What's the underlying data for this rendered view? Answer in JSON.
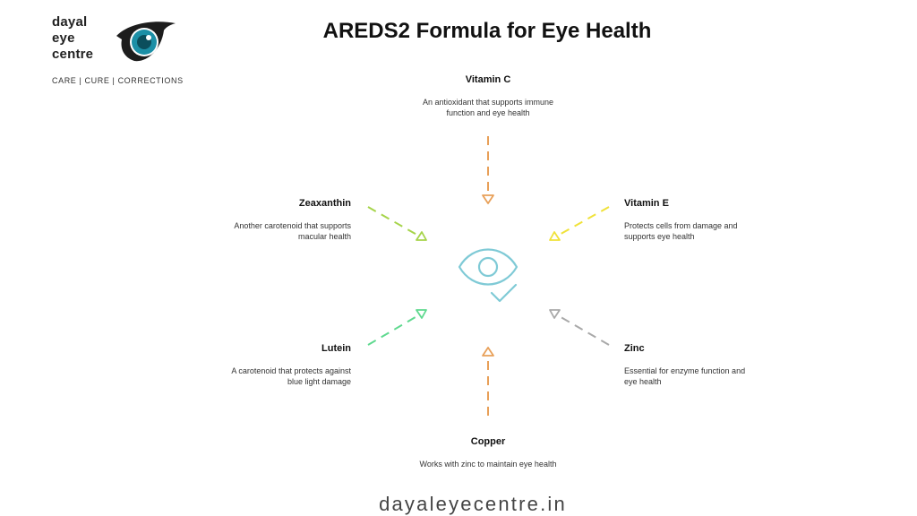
{
  "logo": {
    "line1": "dayal",
    "line2": "eye",
    "line3": "centre",
    "tagline": "CARE  |  CURE  |  CORRECTIONS",
    "icon": "eye-logo-icon",
    "colors": {
      "dark": "#1d1d1d",
      "iris": "#1c8fa6",
      "pupil": "#0b4e5c"
    }
  },
  "title": "AREDS2 Formula for Eye Health",
  "center_icon": "eye-check-icon",
  "nutrients": [
    {
      "key": "vitamin_c",
      "label": "Vitamin C",
      "description": "An antioxidant that supports immune function and eye health",
      "color": "#e8a059"
    },
    {
      "key": "vitamin_e",
      "label": "Vitamin E",
      "description": "Protects cells from damage and supports eye health",
      "color": "#f0e23a"
    },
    {
      "key": "zinc",
      "label": "Zinc",
      "description": "Essential for enzyme function and eye health",
      "color": "#a9a9a9"
    },
    {
      "key": "copper",
      "label": "Copper",
      "description": "Works with zinc to maintain eye health",
      "color": "#e8a059"
    },
    {
      "key": "lutein",
      "label": "Lutein",
      "description": "A carotenoid that protects against blue light damage",
      "color": "#5fd98f"
    },
    {
      "key": "zeaxanthin",
      "label": "Zeaxanthin",
      "description": "Another carotenoid that supports macular health",
      "color": "#a6d44a"
    }
  ],
  "accent_color": "#7fcad6",
  "footer": "dayaleyecentre.in"
}
